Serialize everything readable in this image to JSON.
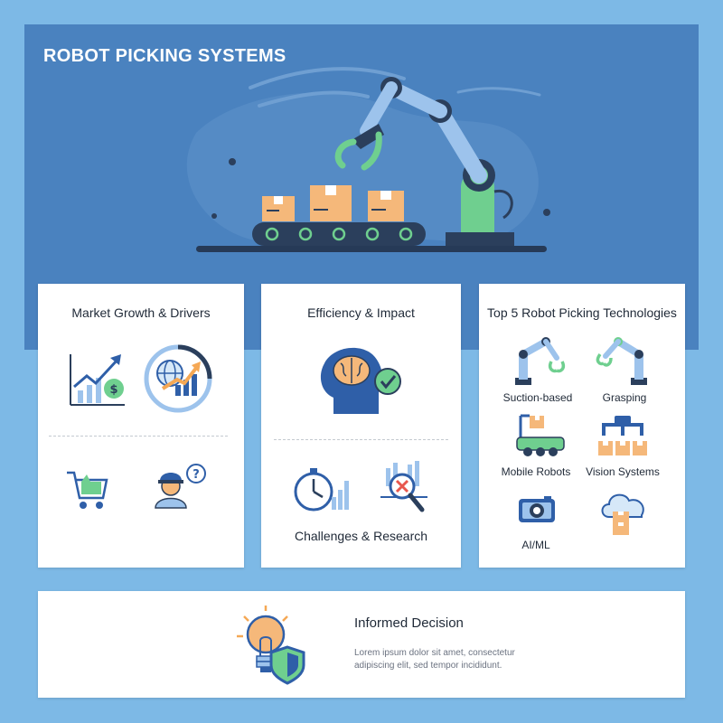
{
  "hero": {
    "title": "ROBOT PICKING SYSTEMS"
  },
  "cards": {
    "market": {
      "title": "Market Growth & Drivers"
    },
    "efficiency": {
      "title": "Efficiency & Impact",
      "sub_title": "Challenges & Research"
    },
    "technologies": {
      "title": "Top 5 Robot Picking Technologies",
      "items": [
        {
          "label": "Suction-based",
          "icon": "robot-arm-icon"
        },
        {
          "label": "Grasping",
          "icon": "gripper-arm-icon"
        },
        {
          "label": "Mobile Robots",
          "icon": "mobile-robot-icon"
        },
        {
          "label": "Vision Systems",
          "icon": "vision-gantry-icon"
        },
        {
          "label": "AI/ML",
          "icon": "camera-icon"
        },
        {
          "label": "",
          "icon": "cloud-box-icon"
        }
      ]
    }
  },
  "decision": {
    "title": "Informed Decision",
    "text": "Lorem ipsum dolor sit amet, consectetur adipiscing elit, sed tempor incididunt."
  },
  "colors": {
    "background": "#7db9e6",
    "hero": "#4a82bf",
    "accent_blue": "#2f5fa8",
    "accent_green": "#6fcf8f",
    "accent_orange": "#f5a855"
  }
}
